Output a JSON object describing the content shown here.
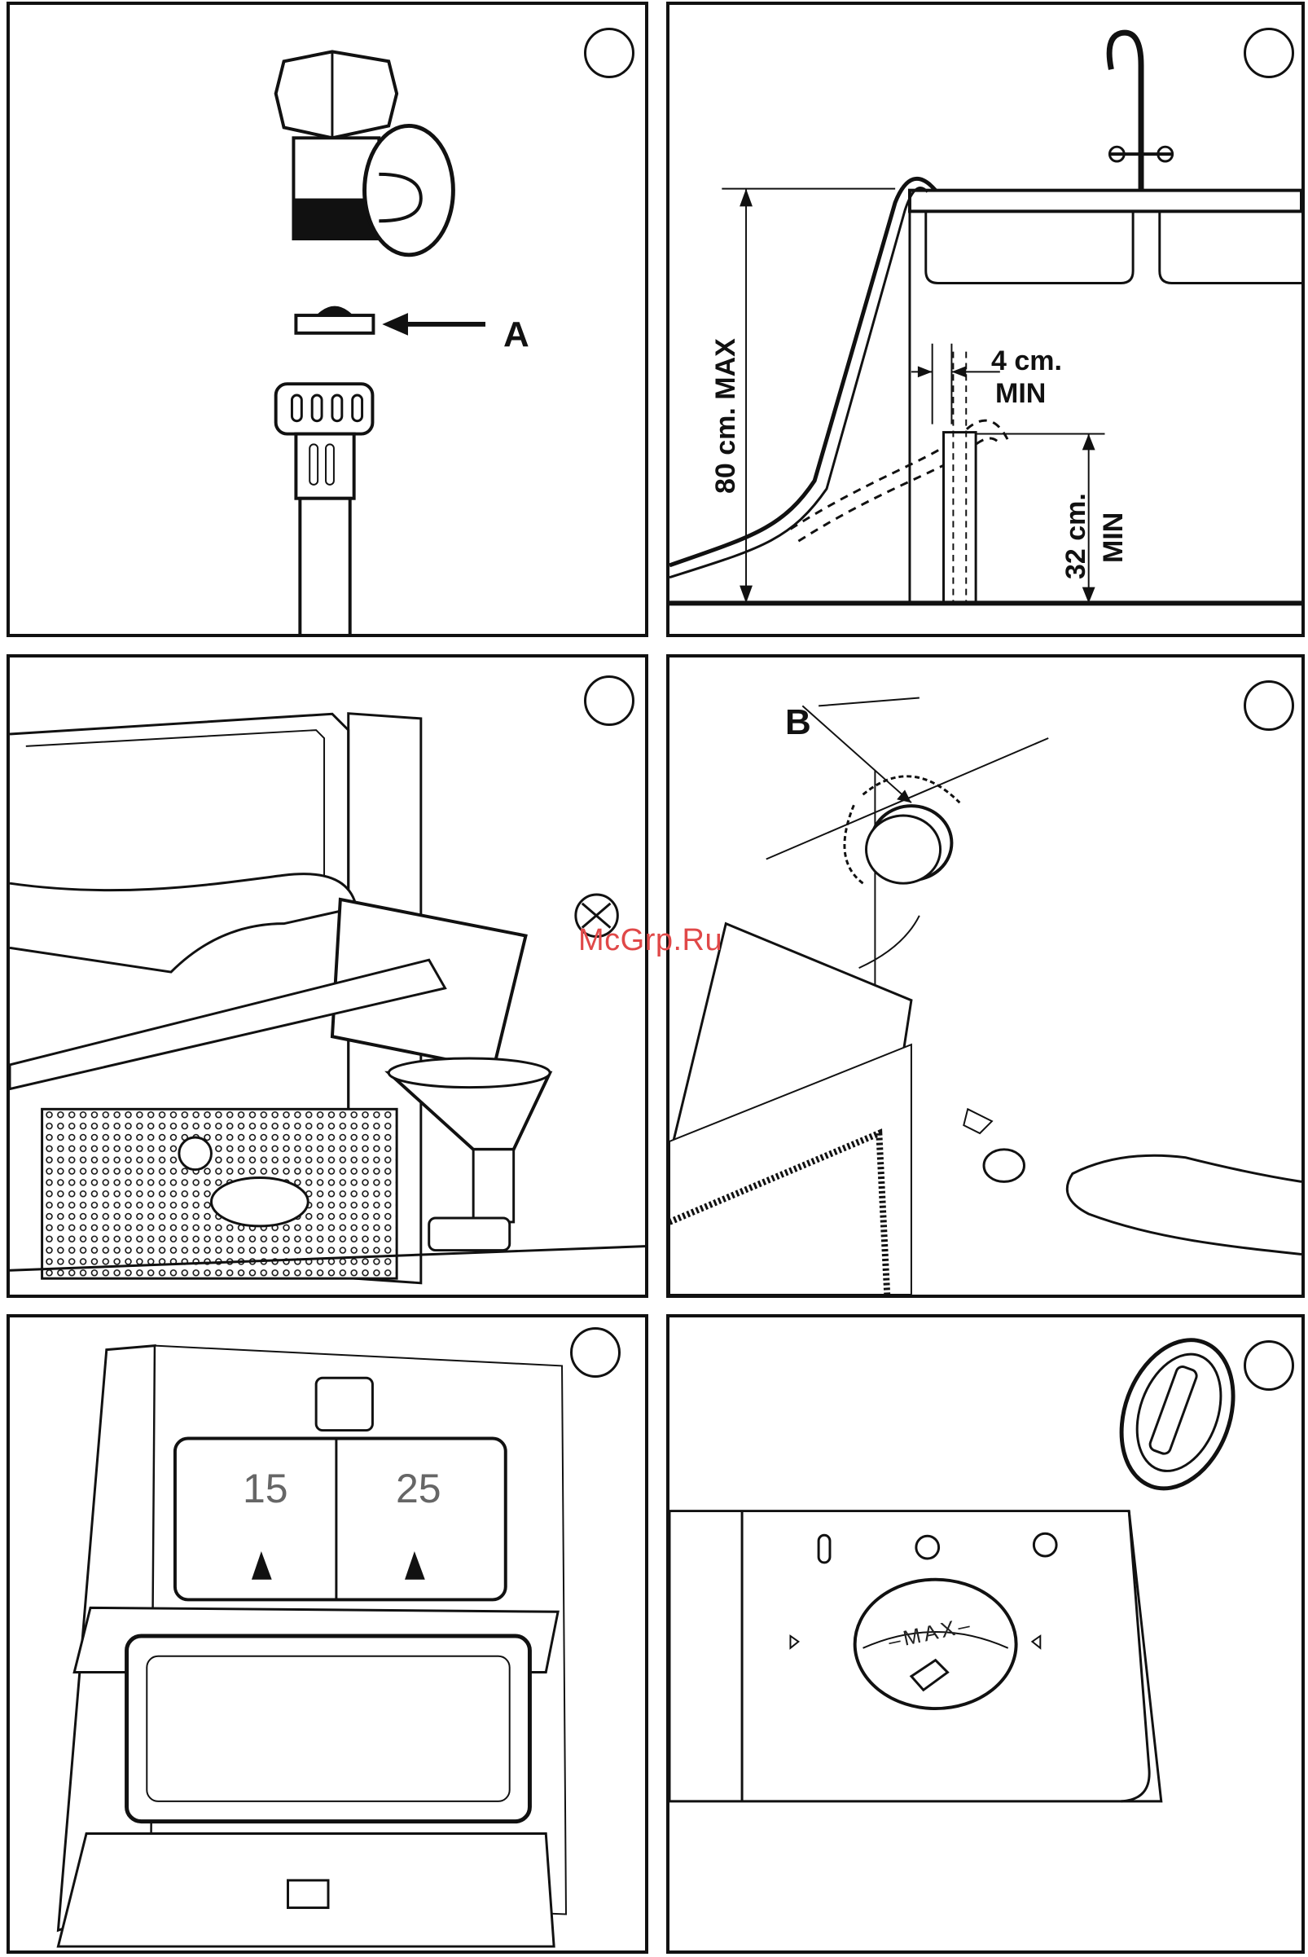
{
  "panels": {
    "p1": {
      "label_a": "A"
    },
    "p2": {
      "dim_80": "80 cm. MAX",
      "dim_4_top": "4 cm.",
      "dim_4_bottom": "MIN",
      "dim_32_top": "32 cm.",
      "dim_32_bottom": "MIN"
    },
    "p3": {},
    "p4": {
      "label_b": "B"
    },
    "p5": {
      "left_value": "15",
      "right_value": "25"
    },
    "p6": {
      "max_label": "–MAX–"
    }
  },
  "watermark": "McGrp.Ru",
  "colors": {
    "line": "#111111",
    "watermark": "#e04848"
  }
}
